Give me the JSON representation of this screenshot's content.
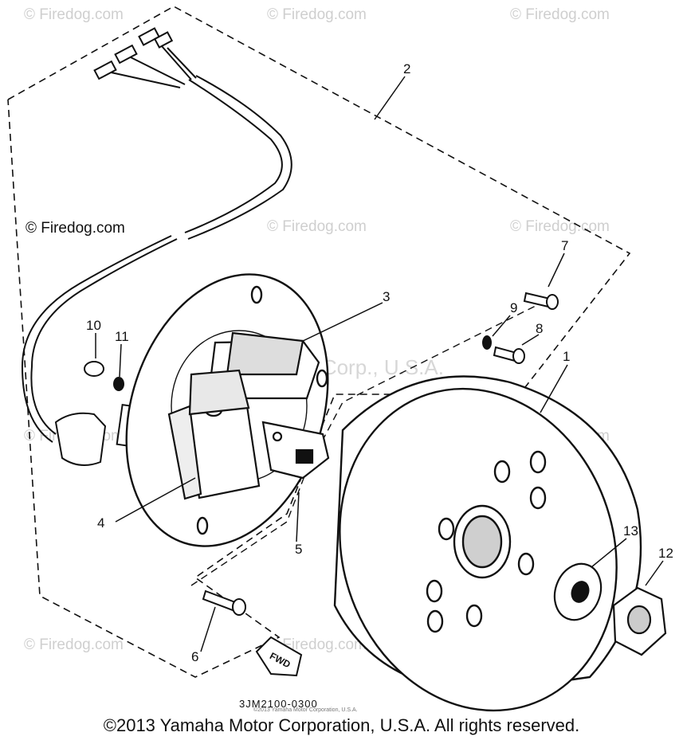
{
  "watermark": {
    "text": "© Firedog.com",
    "center_text": "Yamaha Motor Corp., U.S.A."
  },
  "callouts": [
    "1",
    "2",
    "3",
    "4",
    "5",
    "6",
    "7",
    "8",
    "9",
    "10",
    "11",
    "12",
    "13"
  ],
  "fwd_label": "FWD",
  "part_number": "3JM2100-0300",
  "fine_print": "©2013 Yamaha Motor Corporation, U.S.A.",
  "copyright": "©2013 Yamaha Motor Corporation, U.S.A. All rights reserved."
}
